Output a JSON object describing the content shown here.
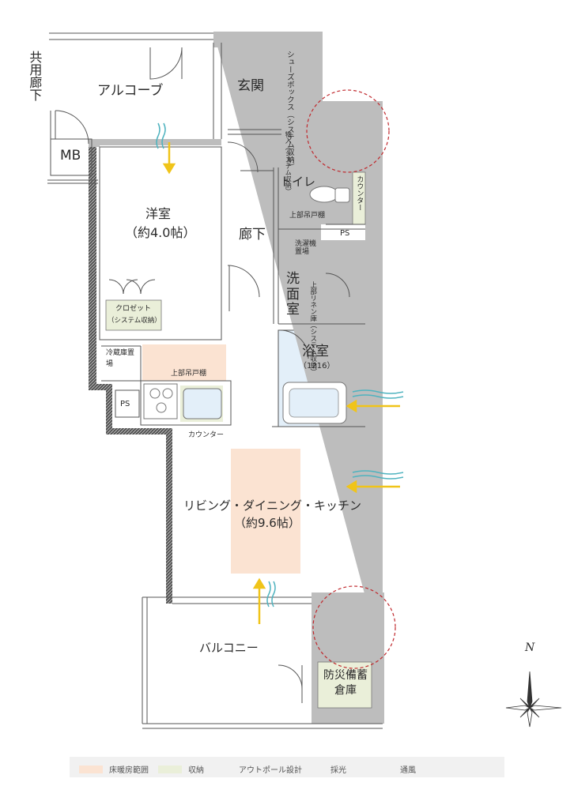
{
  "rooms": {
    "common_corridor": "共用廊下",
    "alcove": "アルコーブ",
    "entrance": "玄関",
    "mb": "MB",
    "shoebox": "シューズボックス（システム収納）",
    "closet_small": "物入（システム収納）",
    "western_room": "洋室",
    "western_room_size": "（約4.0帖）",
    "toilet": "トイレ",
    "counter_toilet": "カウンター",
    "upper_shelf_toilet": "上部吊戸棚",
    "ps_top": "PS",
    "corridor": "廊下",
    "washer": "洗濯機置場",
    "washroom": "洗面室",
    "linen": "上部リネン庫（システム収納）",
    "bathroom": "浴室",
    "bathroom_size": "（1216）",
    "closet": "クロゼット",
    "closet_sub": "（システム収納）",
    "fridge": "冷蔵庫置場",
    "upper_shelf_kitchen": "上部吊戸棚",
    "ps_kitchen": "PS",
    "counter_kitchen": "カウンター",
    "ldk": "リビング・ダイニング・キッチン",
    "ldk_size": "（約9.6帖）",
    "balcony": "バルコニー",
    "storage": "防災備蓄倉庫",
    "north": "N"
  },
  "legend": {
    "floor_heating": "床暖房範囲",
    "storage": "収納",
    "outpole": "アウトポール設計",
    "light": "採光",
    "wind": "通風"
  },
  "colors": {
    "floor_heating": "#fbe3d2",
    "storage": "#eaefd9",
    "wet_area": "#e3eff9",
    "outpole": "#c0282d",
    "light": "#f0c419",
    "wind": "#4fb3bf",
    "wall": "#bdbdbd"
  }
}
